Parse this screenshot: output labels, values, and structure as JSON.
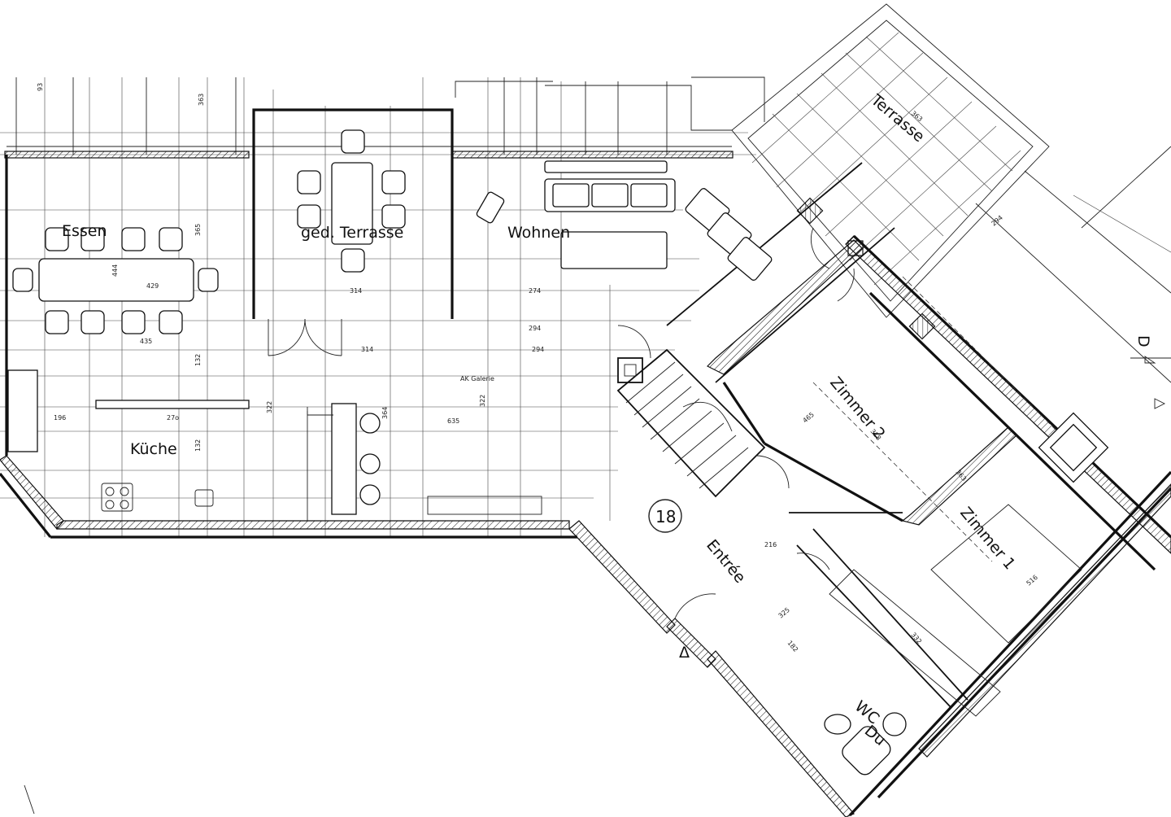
{
  "plan": {
    "unit_number": "18",
    "rooms": {
      "essen": "Essen",
      "ged_terrasse": "ged. Terrasse",
      "wohnen": "Wohnen",
      "kueche": "Küche",
      "terrasse": "Terrasse",
      "zimmer2": "Zimmer 2",
      "zimmer1": "Zimmer 1",
      "entree": "Entrée",
      "wc": "WC",
      "du": "Du"
    },
    "annotations": {
      "ak_galerie": "AK Galerie",
      "section_marker": "D"
    },
    "dimensions": {
      "essen_w": "429",
      "essen_h": "444",
      "essen_b": "435",
      "essen_v": "365",
      "kueche_w": "27o",
      "kueche_l": "196",
      "kueche_h1": "132",
      "kueche_h2": "132",
      "mid1": "314",
      "mid2": "314",
      "mid3": "322",
      "mid4": "364",
      "wohnen_w": "274",
      "wohnen_b": "294",
      "wohnen_c": "294",
      "wohnen_d": "635",
      "wohnen_v": "322",
      "ter_w": "363",
      "top1": "363",
      "top2": "93",
      "z2_w": "318",
      "z2_h": "465",
      "z1_w": "363",
      "z1_h": "516",
      "z1_b": "332",
      "right_w": "294",
      "entree_a": "216",
      "entree_b": "182",
      "entree_c": "325"
    }
  }
}
